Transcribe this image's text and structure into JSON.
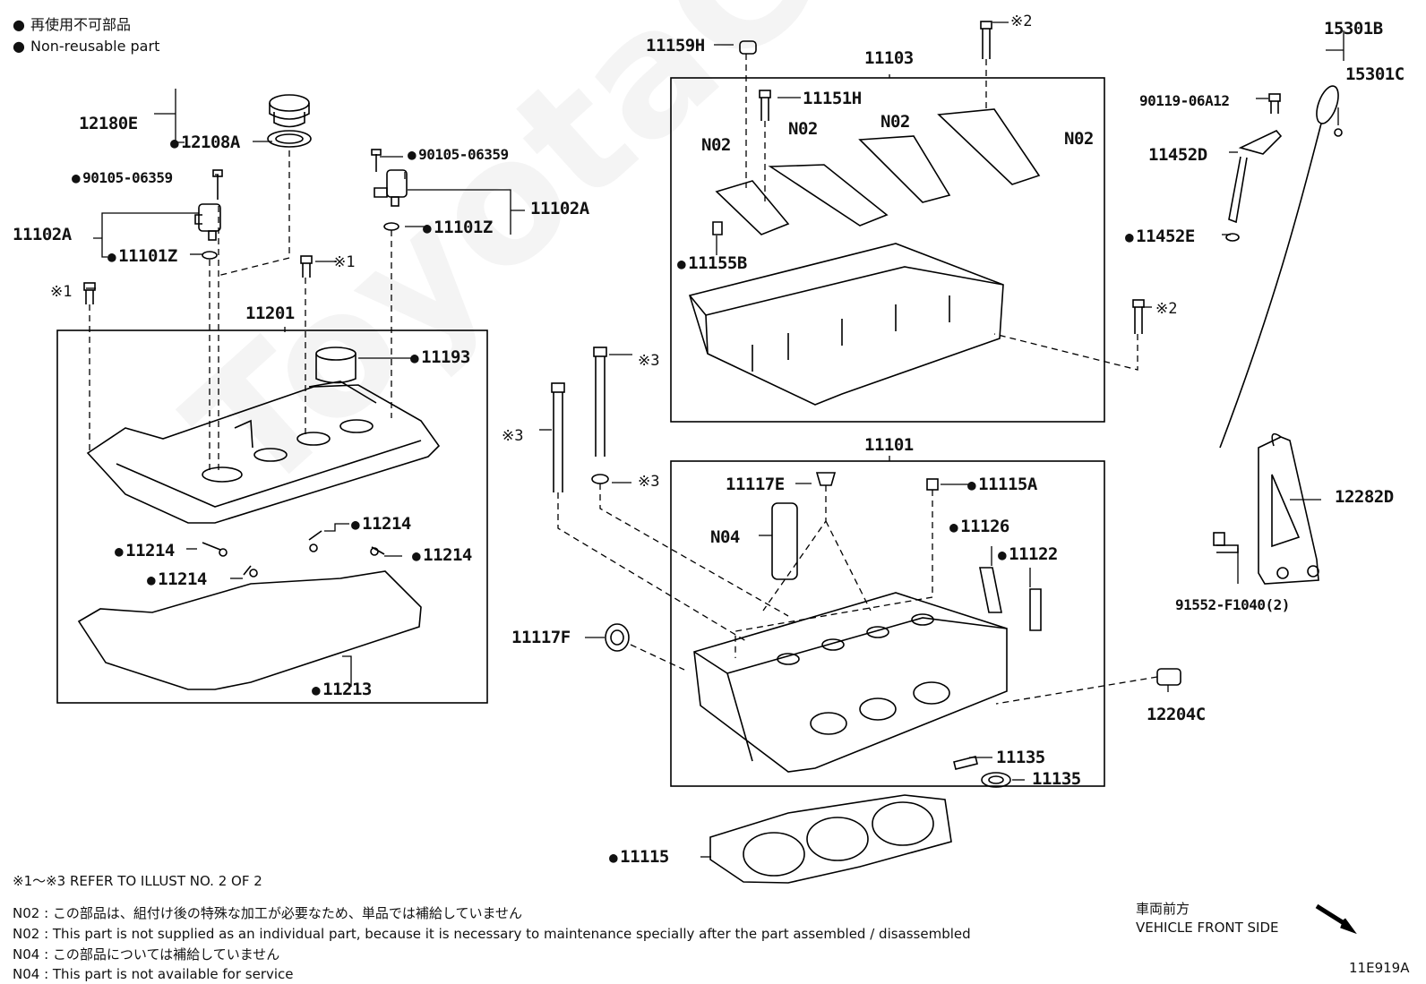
{
  "legend": {
    "jp": "再使用不可部品",
    "en": "Non-reusable part"
  },
  "watermark": "ToyotaCarWine.ru",
  "labels": {
    "l12180E": "12180E",
    "l12108A": "12108A",
    "l90105_left": "90105-06359",
    "l90105_right": "90105-06359",
    "l11102A_left": "11102A",
    "l11102A_right": "11102A",
    "l11101Z_left": "11101Z",
    "l11101Z_right": "11101Z",
    "l11201": "11201",
    "l11193": "11193",
    "l11214a": "11214",
    "l11214b": "11214",
    "l11214c": "11214",
    "l11214d": "11214",
    "l11213": "11213",
    "l11159H": "11159H",
    "l11103": "11103",
    "l11151H": "11151H",
    "l11155B": "11155B",
    "l11101": "11101",
    "l11117E": "11117E",
    "l11115A": "11115A",
    "l11126": "11126",
    "l11122": "11122",
    "lN04": "N04",
    "l11117F": "11117F",
    "l11135a": "11135",
    "l11135b": "11135",
    "l11115": "11115",
    "l12204C": "12204C",
    "l15301B": "15301B",
    "l15301C": "15301C",
    "l90119": "90119-06A12",
    "l11452D": "11452D",
    "l11452E": "11452E",
    "l12282D": "12282D",
    "l91552": "91552-F1040(2)",
    "n02a": "N02",
    "n02b": "N02",
    "n02c": "N02",
    "n02d": "N02",
    "ref1a": "※1",
    "ref1b": "※1",
    "ref2a": "※2",
    "ref2b": "※2",
    "ref3a": "※3",
    "ref3b": "※3",
    "ref3c": "※3"
  },
  "notes": {
    "refer": "※1～※3  REFER TO ILLUST NO. 2 OF 2",
    "n02_jp": "N02 : この部品は、組付け後の特殊な加工が必要なため、単品では補給していません",
    "n02_en": "N02 : This part is not supplied as an individual part, because it is necessary to maintenance specially after the part assembled / disassembled",
    "n04_jp": "N04 : この部品については補給していません",
    "n04_en": "N04 : This part is not available for service"
  },
  "front": {
    "jp": "車両前方",
    "en": "VEHICLE FRONT SIDE"
  },
  "illust_id": "11E919A"
}
